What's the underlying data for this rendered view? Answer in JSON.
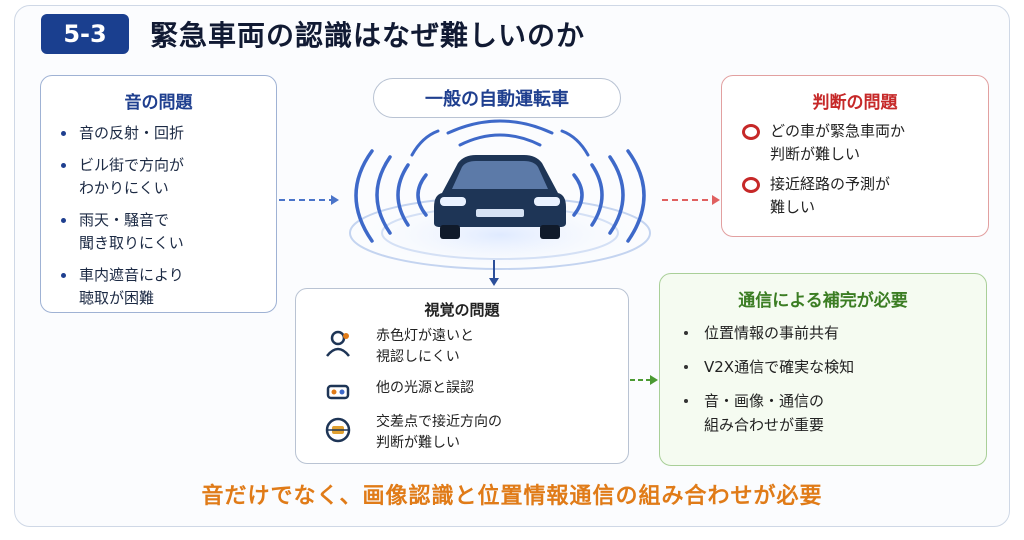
{
  "header": {
    "badge": "5-3",
    "title": "緊急車両の認識はなぜ難しいのか"
  },
  "center": {
    "label": "一般の自動運転車"
  },
  "sound_box": {
    "title": "音の問題",
    "items": [
      "音の反射・回折",
      "ビル街で方向が\nわかりにくい",
      "雨天・騒音で\n聞き取りにくい",
      "車内遮音により\n聴取が困難"
    ]
  },
  "judgment_box": {
    "title": "判断の問題",
    "items": [
      "どの車が緊急車両か\n判断が難しい",
      "接近経路の予測が\n難しい"
    ]
  },
  "vision_box": {
    "title": "視覚の問題",
    "items": [
      {
        "icon": "person-icon",
        "text": "赤色灯が遠いと\n視認しにくい"
      },
      {
        "icon": "light-icon",
        "text": "他の光源と誤認"
      },
      {
        "icon": "intersection-icon",
        "text": "交差点で接近方向の\n判断が難しい"
      }
    ]
  },
  "comm_box": {
    "title": "通信による補完が必要",
    "items": [
      "位置情報の事前共有",
      "V2X通信で確実な検知",
      "音・画像・通信の\n組み合わせが重要"
    ]
  },
  "footer": {
    "message": "音だけでなく、画像認識と位置情報通信の組み合わせが必要"
  },
  "colors": {
    "brand": "#1a3f8f",
    "alert": "#c62828",
    "ok": "#3b7d23",
    "accent": "#e07b18"
  }
}
